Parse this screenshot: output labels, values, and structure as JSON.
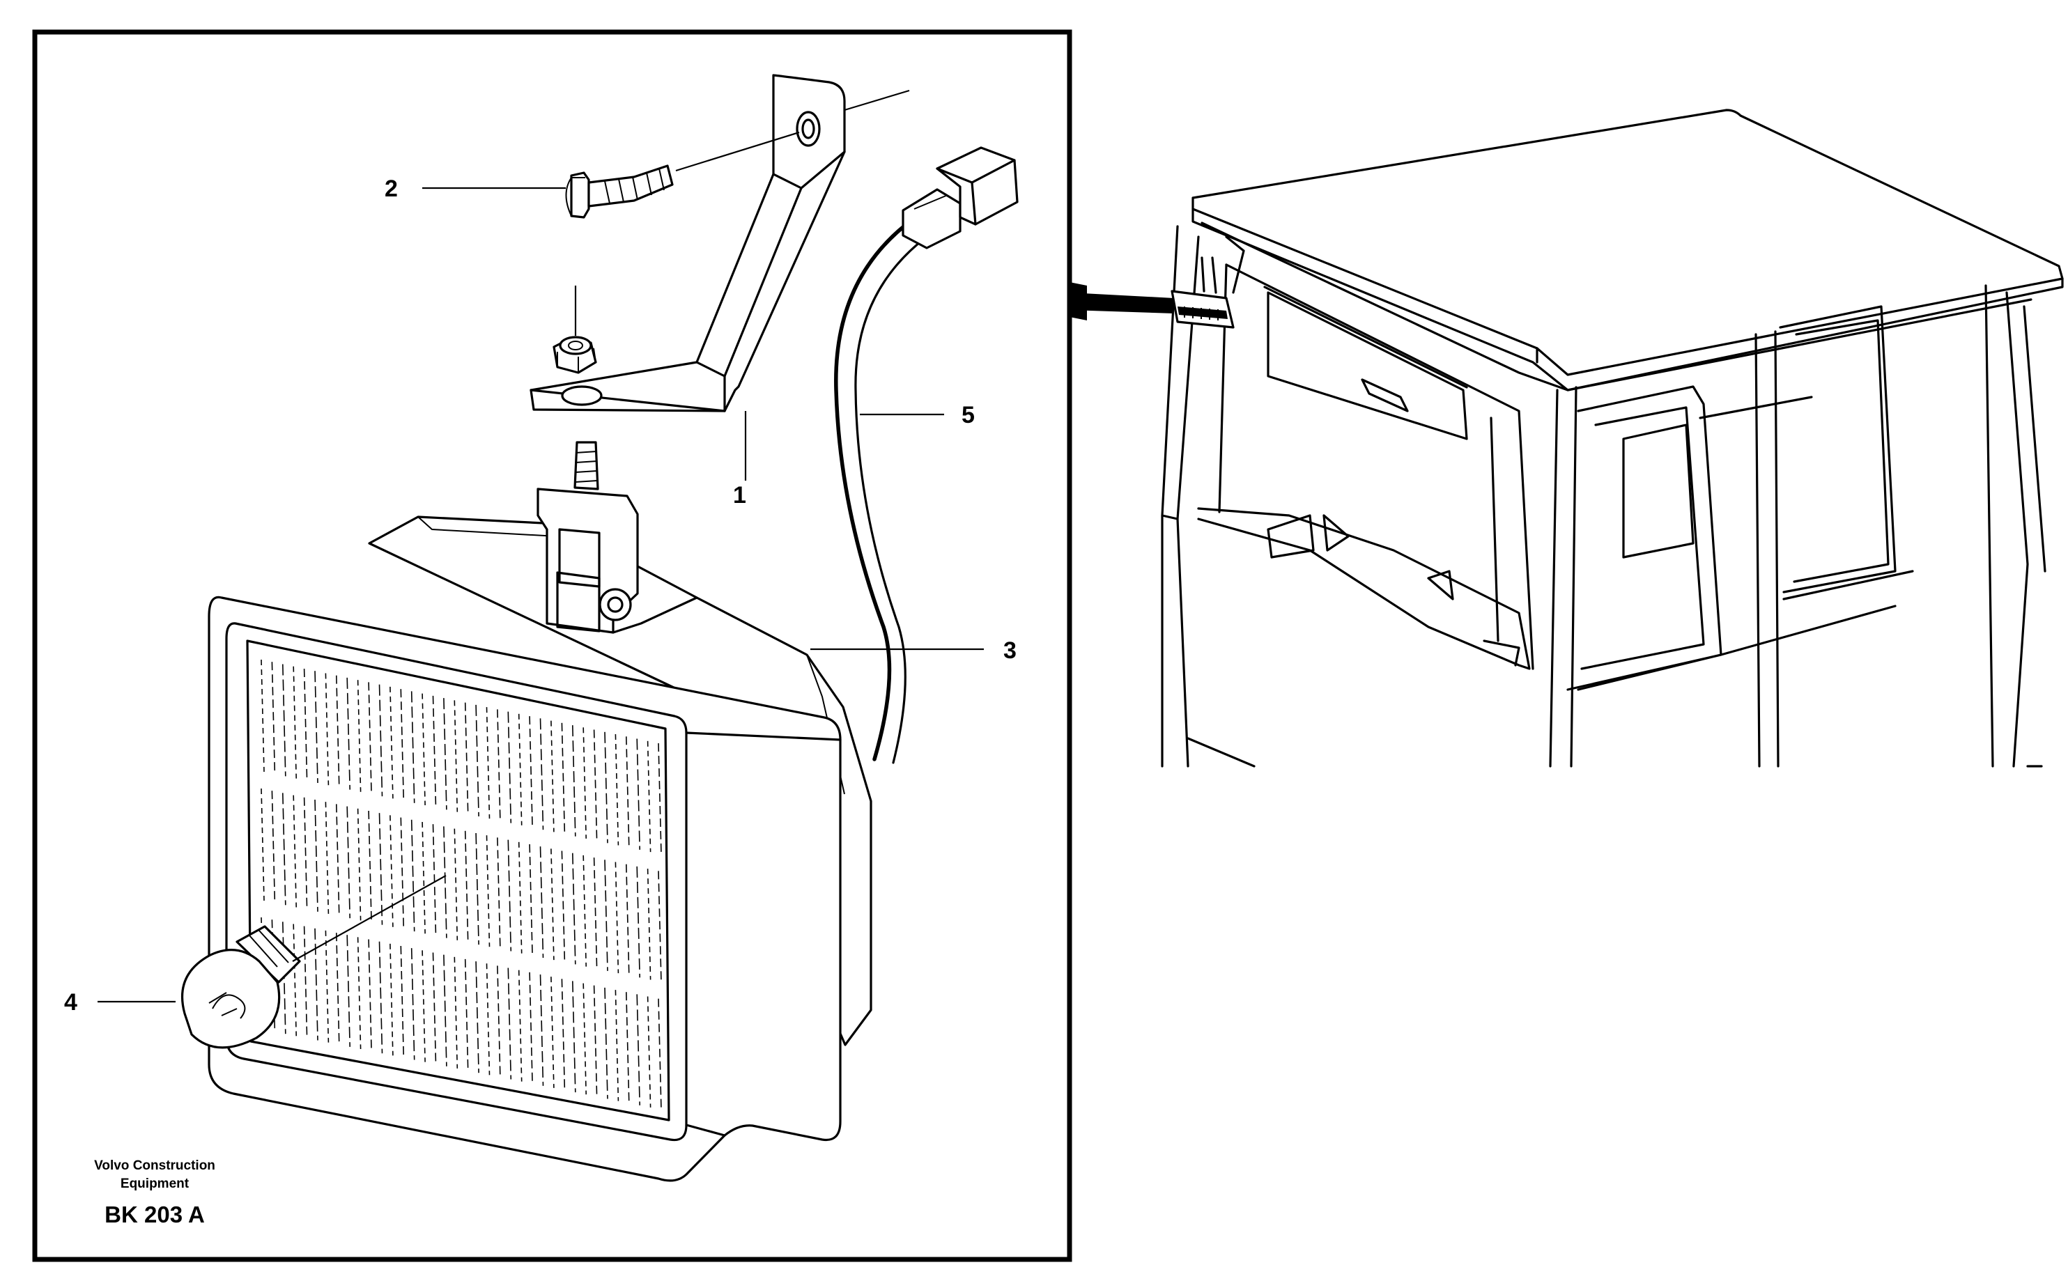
{
  "callouts": {
    "c1": "1",
    "c2": "2",
    "c3": "3",
    "c4": "4",
    "c5": "5"
  },
  "credit": {
    "line1": "Volvo Construction",
    "line2": "Equipment",
    "code": "BK 203 A"
  },
  "colors": {
    "ink": "#000000",
    "paper": "#ffffff"
  }
}
